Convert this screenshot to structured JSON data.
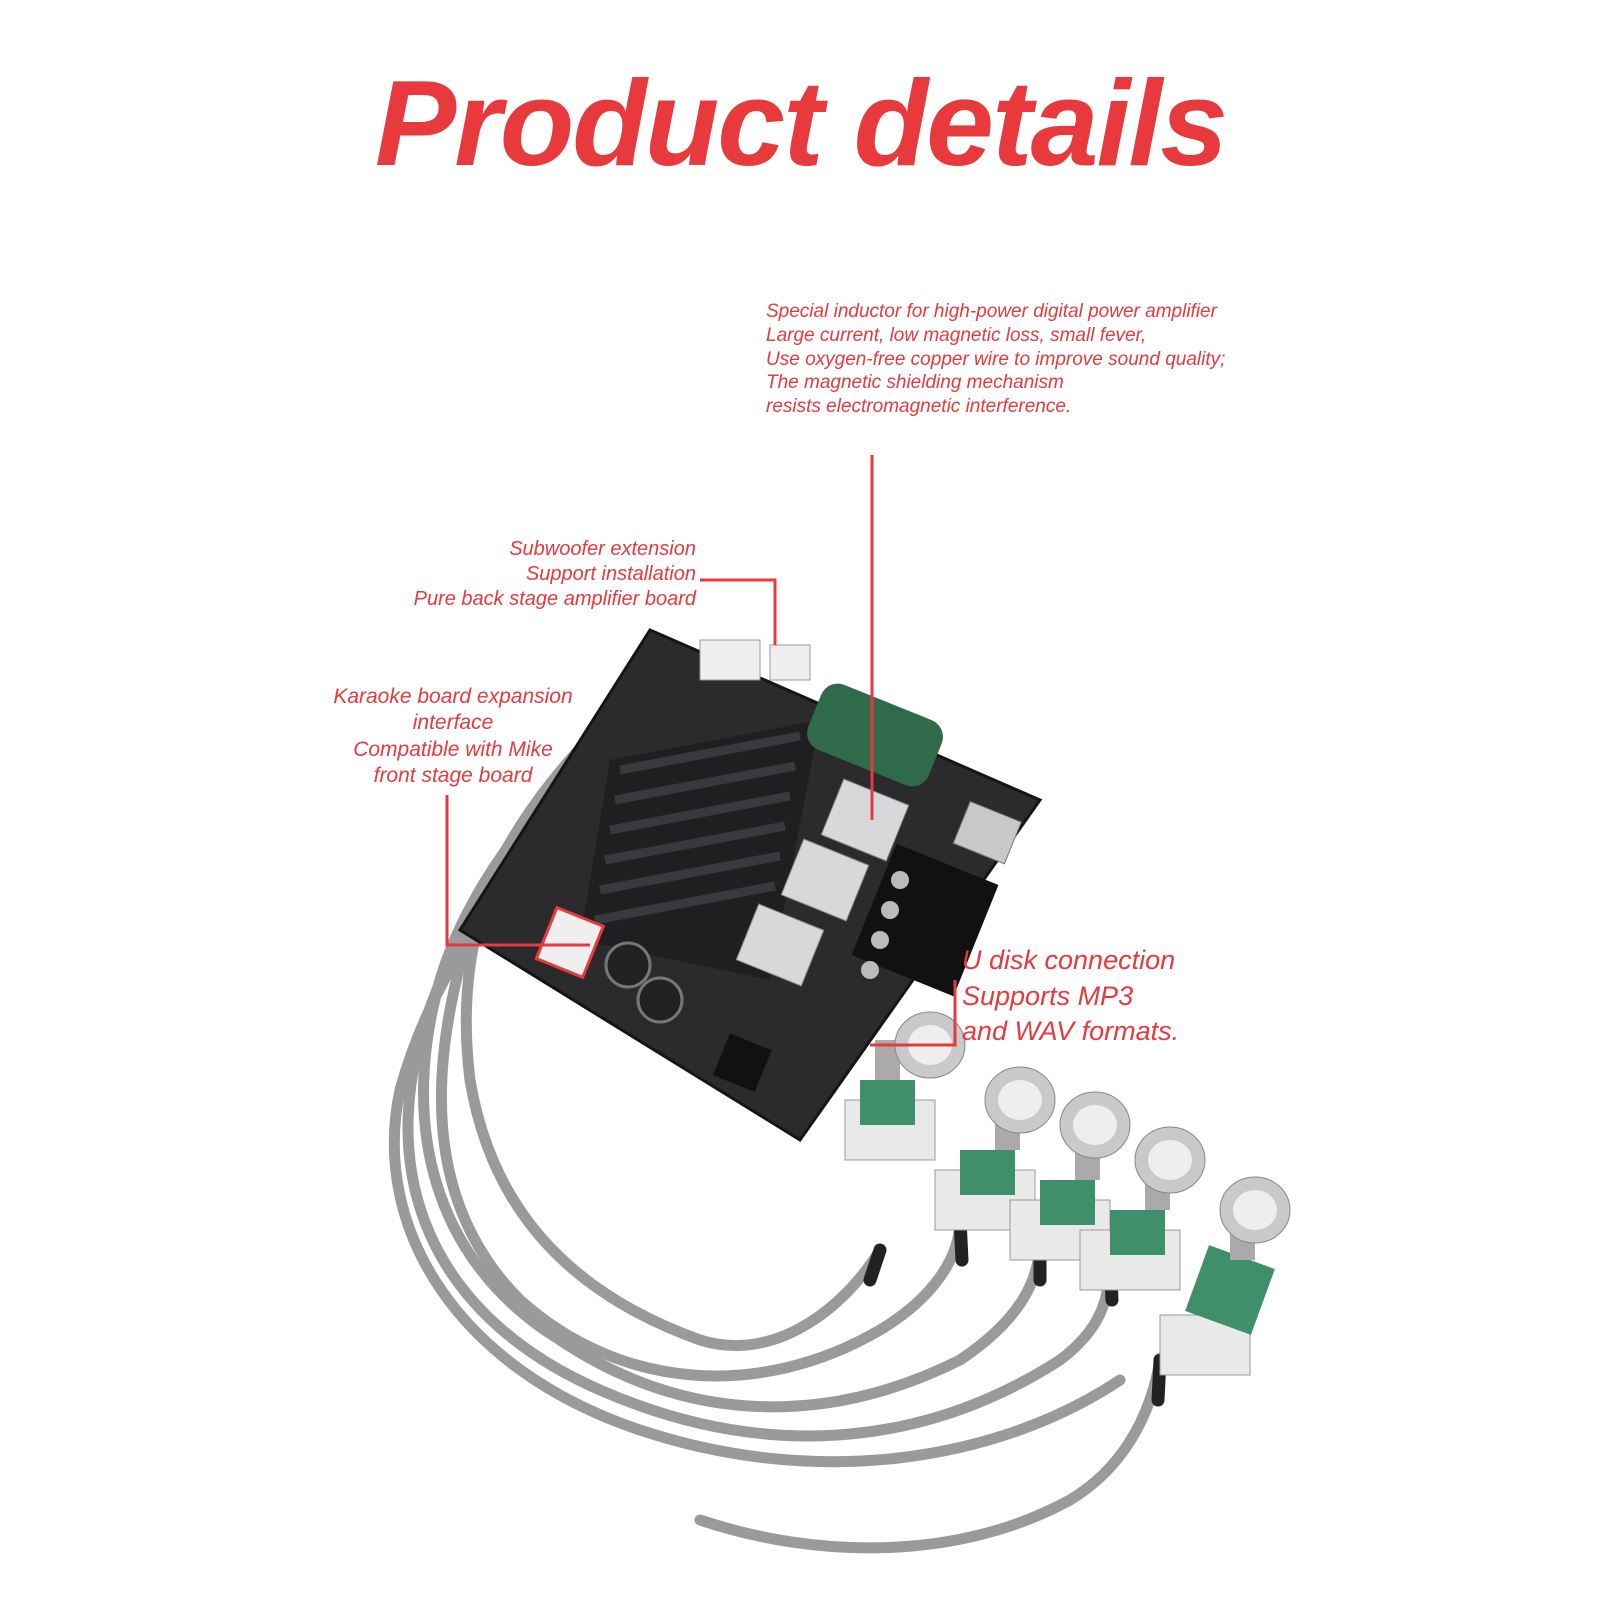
{
  "title": "Product details",
  "colors": {
    "accent": "#e8393d",
    "board": "#2b2b2e",
    "heatsink": "#1f1f22",
    "cable": "#9a9a9c",
    "knob": "#c9c9cc",
    "pot_body": "#3e8f6a"
  },
  "annotations": {
    "inductor": {
      "lines": [
        "Special inductor for high-power digital power amplifier",
        "Large current, low magnetic loss, small fever,",
        "Use oxygen-free copper wire to improve sound quality;",
        "The magnetic shielding mechanism",
        "resists electromagnetic interference."
      ]
    },
    "subwoofer": {
      "lines": [
        "Subwoofer extension",
        "Support installation",
        "Pure back stage amplifier board"
      ]
    },
    "karaoke": {
      "lines": [
        "Karaoke board expansion",
        "interface",
        "Compatible with Mike",
        "front stage board"
      ]
    },
    "udisk": {
      "lines": [
        "U disk connection",
        "Supports MP3",
        "and WAV formats."
      ]
    }
  },
  "icons": [
    "amplifier-board-image",
    "knob-icon"
  ]
}
